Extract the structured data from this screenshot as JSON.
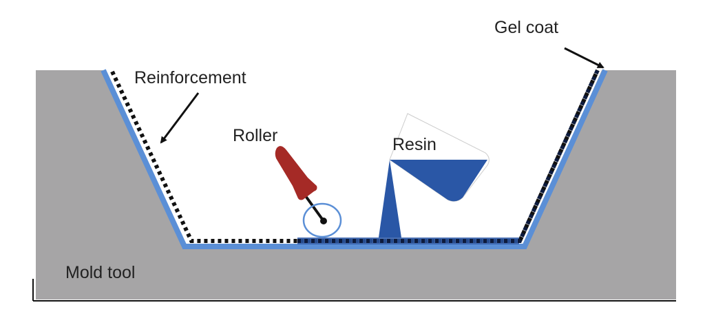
{
  "labels": {
    "gel_coat": "Gel coat",
    "reinforcement": "Reinforcement",
    "roller": "Roller",
    "resin": "Resin",
    "mold_tool": "Mold tool"
  },
  "colors": {
    "mold": "#a6a5a6",
    "gel_coat": "#5b8fd6",
    "reinforcement_dots": "#111111",
    "roller_handle": "#a52a26",
    "resin": "#2a57a6",
    "text": "#222222",
    "background": "#ffffff"
  }
}
